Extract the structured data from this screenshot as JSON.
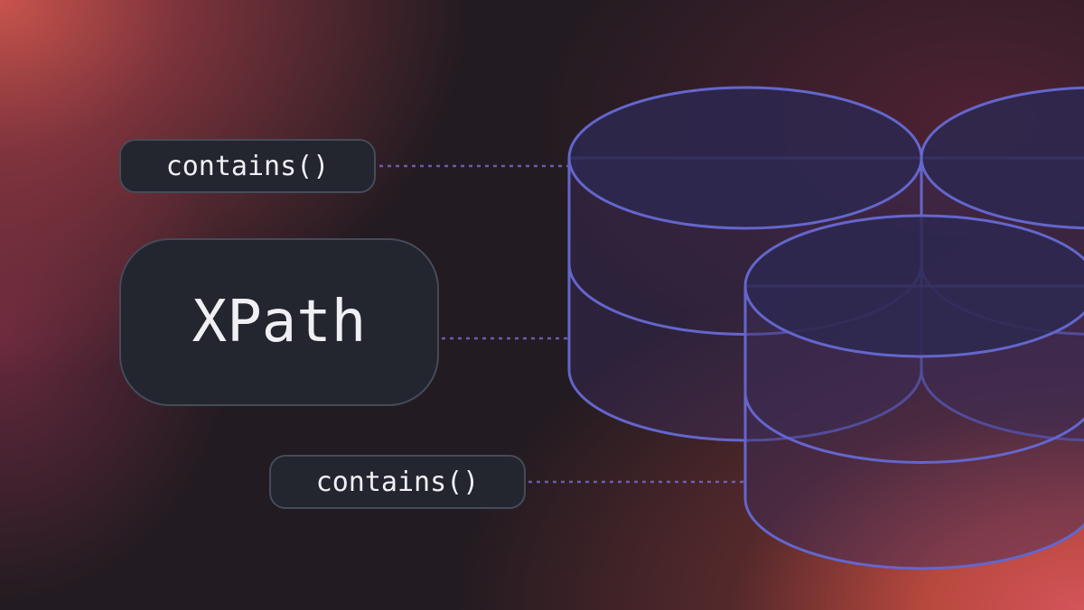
{
  "labels": {
    "top": "contains()",
    "main": "XPath",
    "bottom": "contains()"
  },
  "colors": {
    "accent": "#6a6bd0",
    "pill_bg": "#23252f",
    "pill_border": "#454b59"
  },
  "icons": [
    "database-icon",
    "database-icon",
    "database-icon"
  ]
}
